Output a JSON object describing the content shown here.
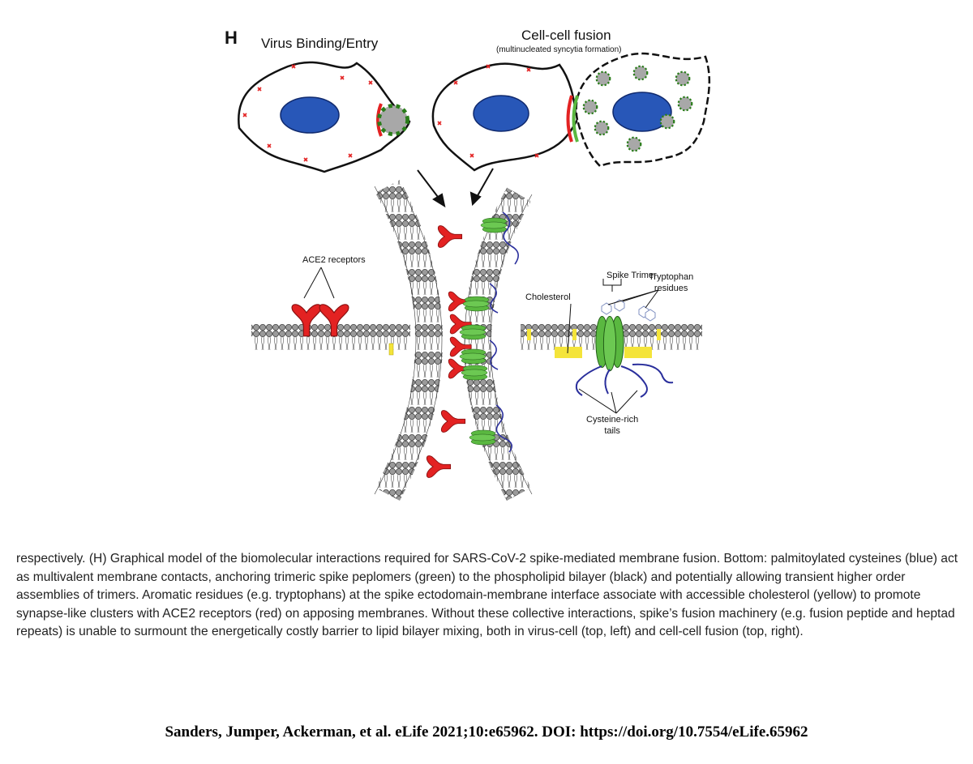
{
  "figure": {
    "panel_letter": "H",
    "left_title": "Virus Binding/Entry",
    "right_title": "Cell-cell fusion",
    "right_subtitle": "(multinucleated syncytia formation)",
    "labels": {
      "ace2": "ACE2 receptors",
      "spike_trimer": "Spike Trimer",
      "tryptophan_line1": "Tryptophan",
      "tryptophan_line2": "residues",
      "cholesterol": "Cholesterol",
      "cysteine_line1": "Cysteine-rich",
      "cysteine_line2": "tails"
    },
    "colors": {
      "nucleus": "#2857b8",
      "ace2_receptor": "#e32222",
      "spike": "#5ab840",
      "cysteine_tail": "#2a2f9c",
      "cholesterol": "#f4e43a",
      "lipid_head": "#9a9a9a"
    }
  },
  "caption": {
    "letter": "H",
    "before_letter": "respectively. (",
    "after_letter": ") Graphical model of the biomolecular interactions required for SARS-CoV-2 spike-mediated membrane fusion. Bottom: palmitoylated cysteines (blue) act as multivalent membrane contacts, anchoring trimeric spike peplomers (green) to the phospholipid bilayer (black) and potentially allowing transient higher order assemblies of trimers. Aromatic residues (e.g. tryptophans) at the spike ectodomain-membrane interface associate with accessible cholesterol (yellow) to promote synapse-like clusters with ACE2 receptors (red) on apposing membranes. Without these collective interactions, spike’s fusion machinery (e.g. fusion peptide and heptad repeats) is unable to surmount the energetically costly barrier to lipid bilayer mixing, both in virus-cell (top, left) and cell-cell fusion (top, right)."
  },
  "citation": "Sanders, Jumper, Ackerman, et al. eLife 2021;10:e65962. DOI: https://doi.org/10.7554/eLife.65962"
}
